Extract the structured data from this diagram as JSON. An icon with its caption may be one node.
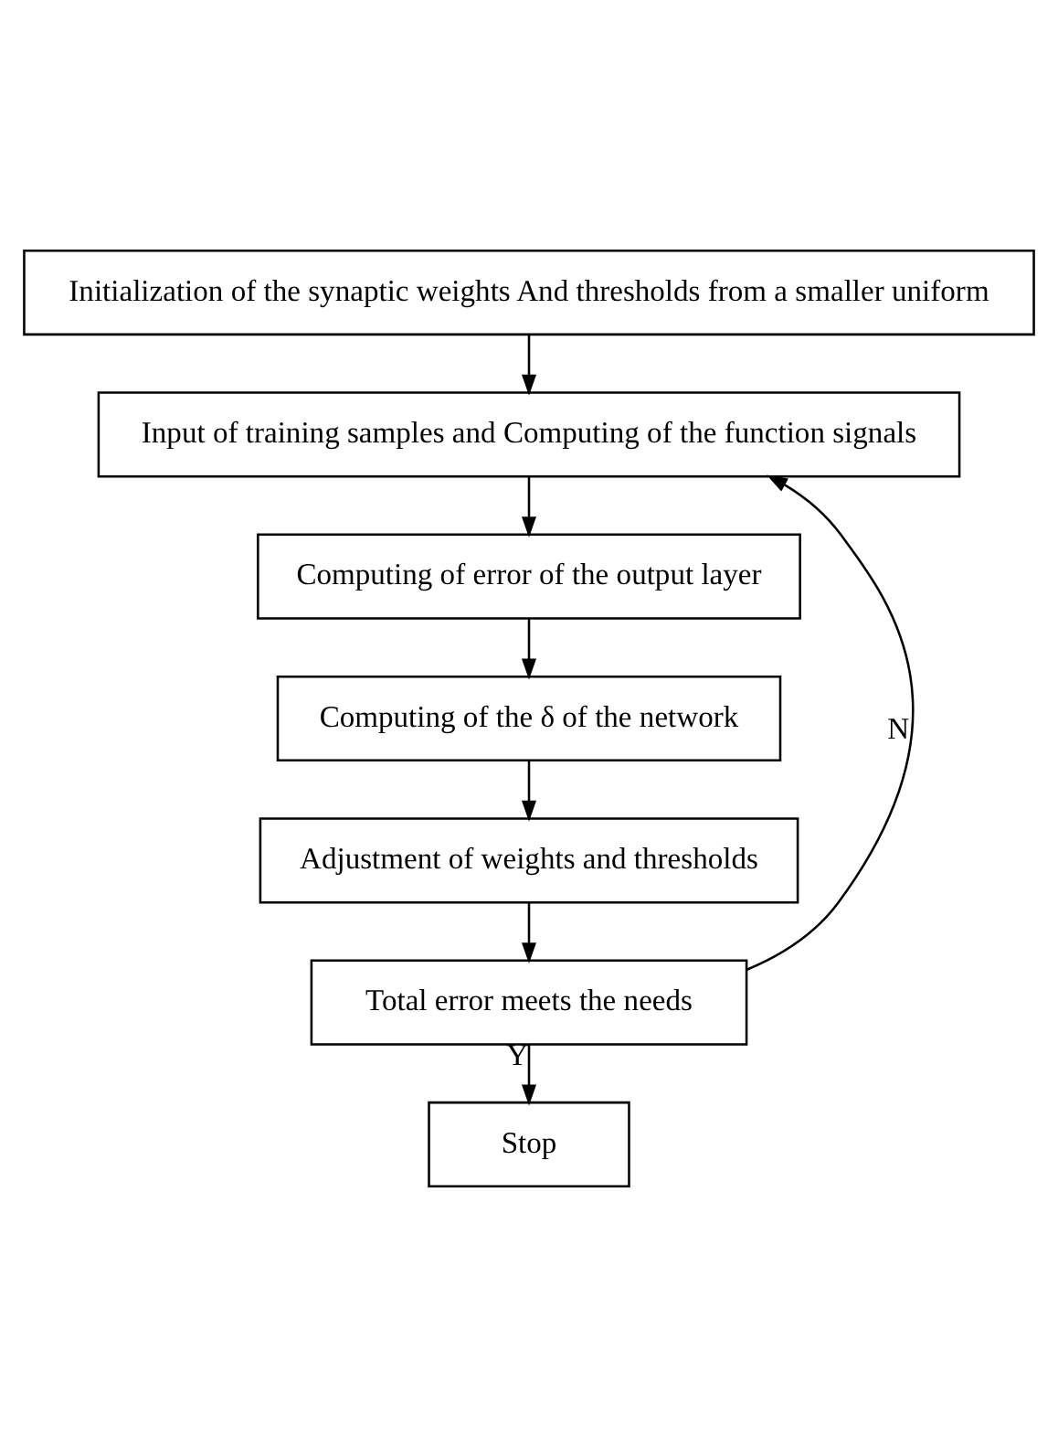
{
  "diagram": {
    "nodes": [
      {
        "text": [
          "Initialization of the synaptic weights And thresholds from a smaller uniform"
        ]
      },
      {
        "text": [
          "Input of training samples and Computing of the function signals"
        ]
      },
      {
        "text": [
          "Computing of error of the output layer"
        ]
      },
      {
        "text": [
          "Computing of the δ of the network"
        ]
      },
      {
        "text": [
          "Adjustment of weights and thresholds"
        ]
      },
      {
        "text": [
          "Total error meets the needs"
        ]
      },
      {
        "text": [
          "Stop"
        ]
      }
    ],
    "edges": [
      {
        "from": 0,
        "to": 1,
        "arrow": "to"
      },
      {
        "from": 1,
        "to": 2,
        "arrow": "to"
      },
      {
        "from": 2,
        "to": 3,
        "arrow": "to"
      },
      {
        "from": 3,
        "to": 4,
        "arrow": "to"
      },
      {
        "from": 4,
        "to": 5,
        "arrow": "to"
      },
      {
        "from": 5,
        "to": 1,
        "arrow": "to",
        "label": "N"
      },
      {
        "from": 5,
        "to": 6,
        "arrow": "to",
        "label": "Y"
      }
    ]
  }
}
